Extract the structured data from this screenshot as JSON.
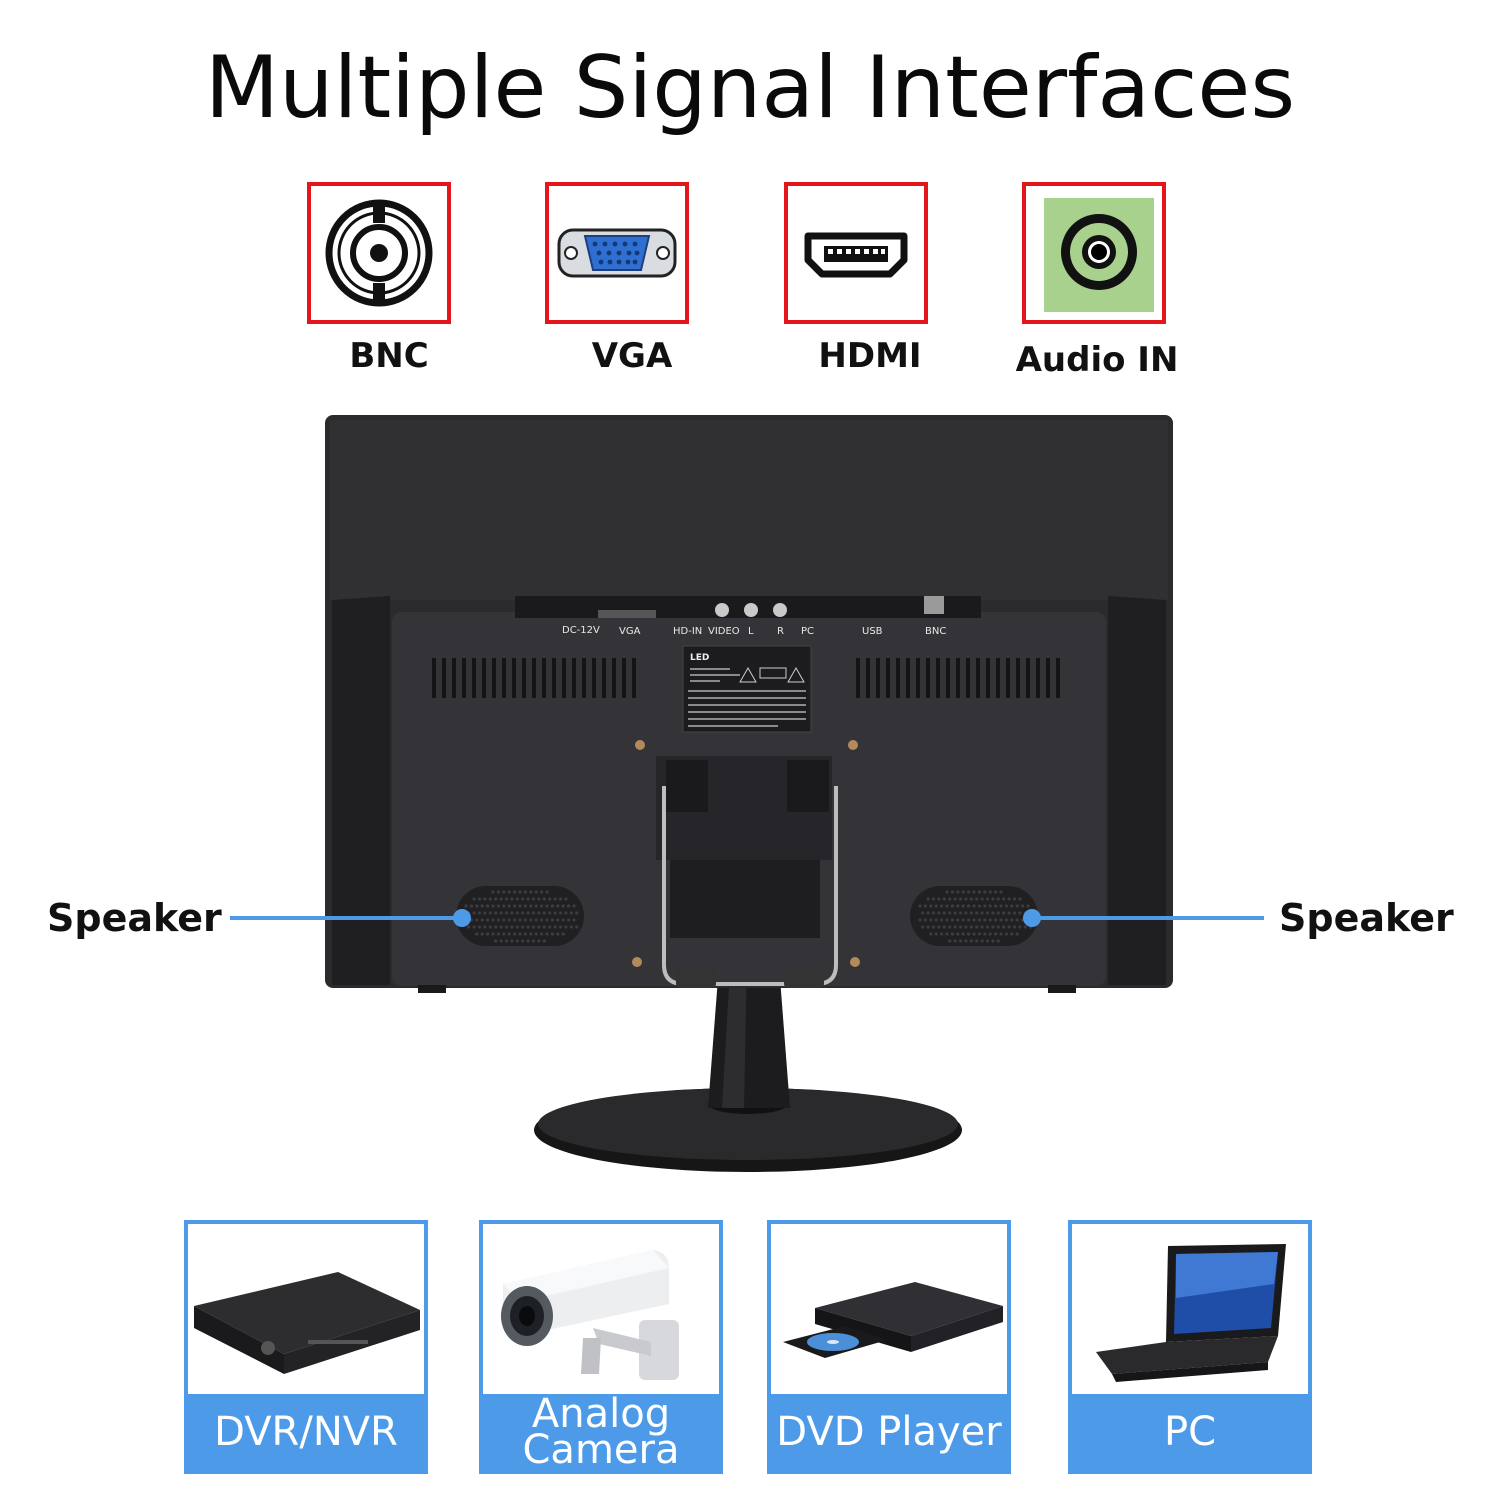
{
  "title": "Multiple Signal Interfaces",
  "ports": [
    {
      "label": "BNC",
      "icon": "bnc-connector-icon"
    },
    {
      "label": "VGA",
      "icon": "vga-connector-icon"
    },
    {
      "label": "HDMI",
      "icon": "hdmi-connector-icon"
    },
    {
      "label": "Audio IN",
      "icon": "audio-jack-icon"
    }
  ],
  "monitor": {
    "rear_ports": [
      "DC-12V",
      "VGA",
      "HD-IN",
      "VIDEO",
      "L",
      "R",
      "PC",
      "USB",
      "BNC"
    ],
    "sticker_title": "LED"
  },
  "speakers": {
    "left_label": "Speaker",
    "right_label": "Speaker"
  },
  "devices": [
    {
      "label": "DVR/NVR"
    },
    {
      "label_line1": "Analog",
      "label_line2": "Camera"
    },
    {
      "label": "DVD Player"
    },
    {
      "label": "PC"
    }
  ],
  "colors": {
    "port_border": "#e4161c",
    "device_border": "#4d9be8",
    "callout_line": "#4d9be8",
    "audio_green": "#a9d18e"
  }
}
